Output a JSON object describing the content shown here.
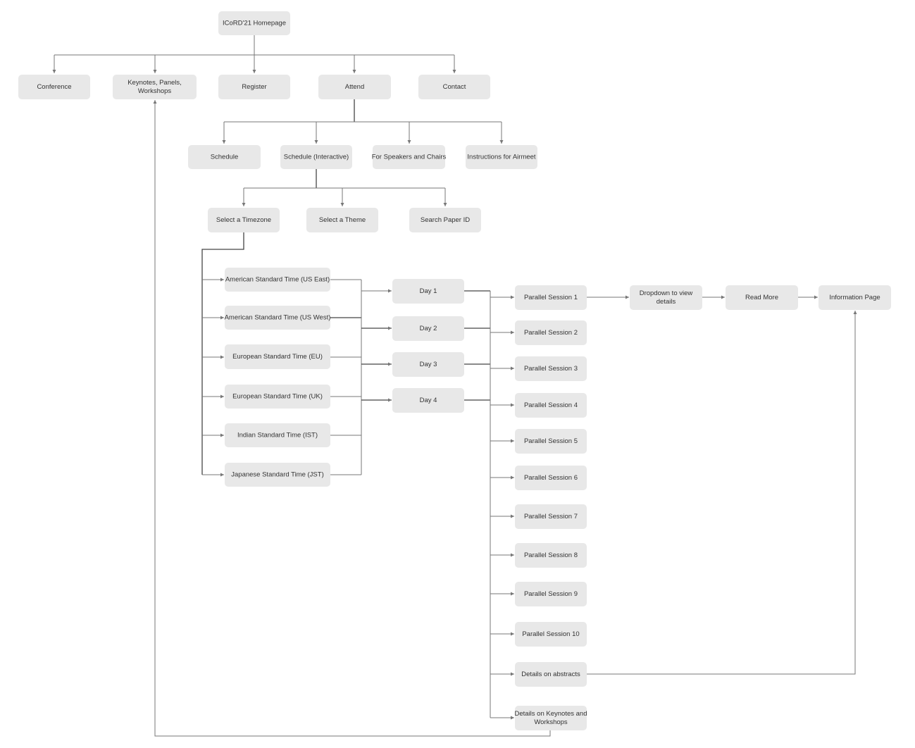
{
  "diagram": {
    "type": "sitemap-flowchart",
    "colors": {
      "node_fill": "#e8e8e8",
      "line": "#777777",
      "text": "#333333",
      "background": "#ffffff"
    },
    "nodes": {
      "homepage": "ICoRD'21 Homepage",
      "conference": "Conference",
      "keynotes": [
        "Keynotes, Panels,",
        "Workshops"
      ],
      "register": "Register",
      "attend": "Attend",
      "contact": "Contact",
      "schedule": "Schedule",
      "schedule_interactive": "Schedule (Interactive)",
      "speakers_chairs": "For Speakers and Chairs",
      "airmeet": "Instructions for Airmeet",
      "select_timezone": "Select a Timezone",
      "select_theme": "Select a Theme",
      "search_paper": "Search Paper ID",
      "tz_us_east": "American Standard Time (US East)",
      "tz_us_west": "American Standard Time (US West)",
      "tz_eu": "European Standard Time (EU)",
      "tz_uk": "European Standard Time (UK)",
      "tz_ist": "Indian Standard Time (IST)",
      "tz_jst": "Japanese Standard Time (JST)",
      "day1": "Day 1",
      "day2": "Day 2",
      "day3": "Day 3",
      "day4": "Day 4",
      "ps1": "Parallel Session 1",
      "ps2": "Parallel Session 2",
      "ps3": "Parallel Session 3",
      "ps4": "Parallel Session 4",
      "ps5": "Parallel Session 5",
      "ps6": "Parallel Session 6",
      "ps7": "Parallel Session 7",
      "ps8": "Parallel Session 8",
      "ps9": "Parallel Session 9",
      "ps10": "Parallel Session 10",
      "abstracts": "Details on abstracts",
      "keynote_details": [
        "Details on Keynotes and",
        "Workshops"
      ],
      "dropdown": [
        "Dropdown to view",
        "details"
      ],
      "read_more": "Read More",
      "info_page": "Information Page"
    },
    "edges": [
      [
        "homepage",
        "conference"
      ],
      [
        "homepage",
        "keynotes"
      ],
      [
        "homepage",
        "register"
      ],
      [
        "homepage",
        "attend"
      ],
      [
        "homepage",
        "contact"
      ],
      [
        "attend",
        "schedule"
      ],
      [
        "attend",
        "schedule_interactive"
      ],
      [
        "attend",
        "speakers_chairs"
      ],
      [
        "attend",
        "airmeet"
      ],
      [
        "schedule_interactive",
        "select_timezone"
      ],
      [
        "schedule_interactive",
        "select_theme"
      ],
      [
        "schedule_interactive",
        "search_paper"
      ],
      [
        "select_timezone",
        "tz_us_east"
      ],
      [
        "select_timezone",
        "tz_us_west"
      ],
      [
        "select_timezone",
        "tz_eu"
      ],
      [
        "select_timezone",
        "tz_uk"
      ],
      [
        "select_timezone",
        "tz_ist"
      ],
      [
        "select_timezone",
        "tz_jst"
      ],
      [
        "timezones",
        "day1"
      ],
      [
        "timezones",
        "day2"
      ],
      [
        "timezones",
        "day3"
      ],
      [
        "timezones",
        "day4"
      ],
      [
        "days",
        "ps1"
      ],
      [
        "days",
        "ps2"
      ],
      [
        "days",
        "ps3"
      ],
      [
        "days",
        "ps4"
      ],
      [
        "days",
        "ps5"
      ],
      [
        "days",
        "ps6"
      ],
      [
        "days",
        "ps7"
      ],
      [
        "days",
        "ps8"
      ],
      [
        "days",
        "ps9"
      ],
      [
        "days",
        "ps10"
      ],
      [
        "days",
        "abstracts"
      ],
      [
        "days",
        "keynote_details"
      ],
      [
        "ps1",
        "dropdown"
      ],
      [
        "dropdown",
        "read_more"
      ],
      [
        "read_more",
        "info_page"
      ],
      [
        "abstracts",
        "info_page"
      ],
      [
        "keynote_details",
        "keynotes"
      ]
    ]
  }
}
